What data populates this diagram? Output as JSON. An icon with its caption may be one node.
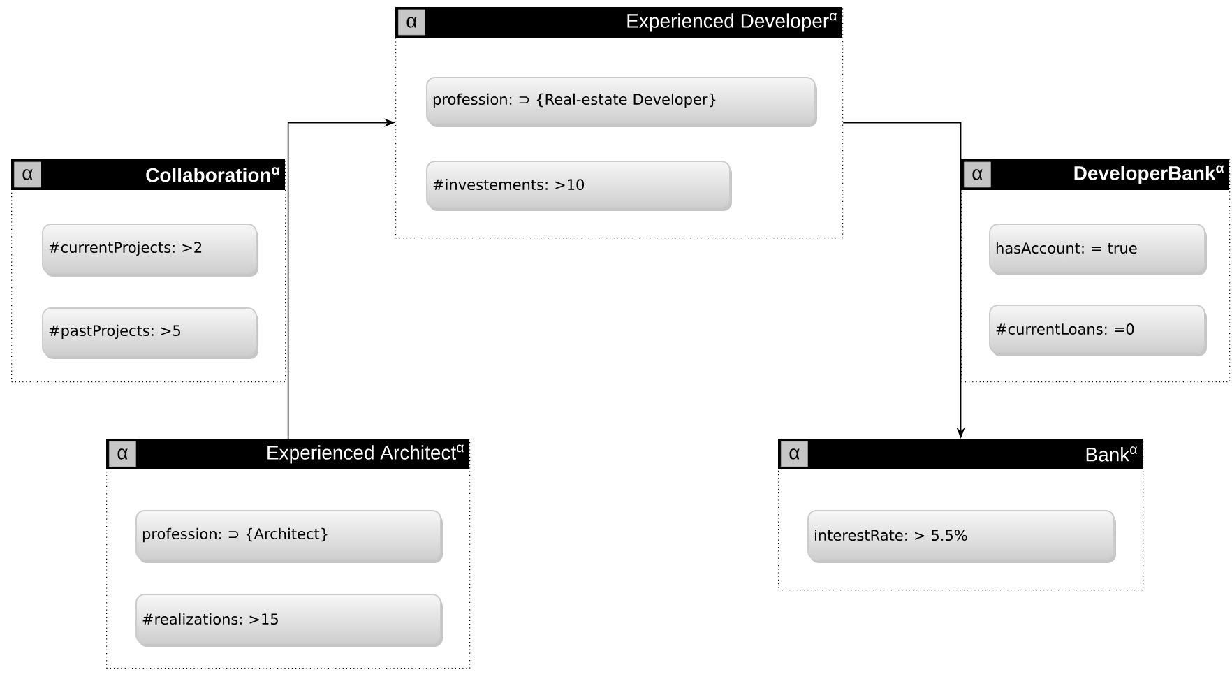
{
  "diagram": {
    "nodes": [
      {
        "text": [
          "α",
          "Experienced Developer$^{α}$"
        ]
      },
      {
        "text": [
          "profession: ⊃ {Real-estate Developer}"
        ],
        "in": 0
      },
      {
        "text": [
          "#investements: >10"
        ],
        "in": 0
      },
      {
        "text": [
          "α",
          "Collaboration$^{α}$"
        ]
      },
      {
        "text": [
          "#currentProjects: >2"
        ],
        "in": 3
      },
      {
        "text": [
          "#pastProjects: >5"
        ],
        "in": 3
      },
      {
        "text": [
          "α",
          "DeveloperBank$^{α}$"
        ]
      },
      {
        "text": [
          "hasAccount: = true"
        ],
        "in": 6
      },
      {
        "text": [
          "#currentLoans: =0"
        ],
        "in": 6
      },
      {
        "text": [
          "α",
          "Experienced Architect$^{α}$"
        ]
      },
      {
        "text": [
          "profession: ⊃ {Architect}"
        ],
        "in": 9
      },
      {
        "text": [
          "#realizations: >15"
        ],
        "in": 9
      },
      {
        "text": [
          "α",
          "Bank$^{α}$"
        ]
      },
      {
        "text": [
          "interestRate: > 5.5%"
        ],
        "in": 12
      }
    ],
    "edges": [
      {
        "from": 9,
        "to": 0,
        "arrow": "to"
      },
      {
        "from": 0,
        "to": 12,
        "arrow": "to"
      }
    ]
  }
}
